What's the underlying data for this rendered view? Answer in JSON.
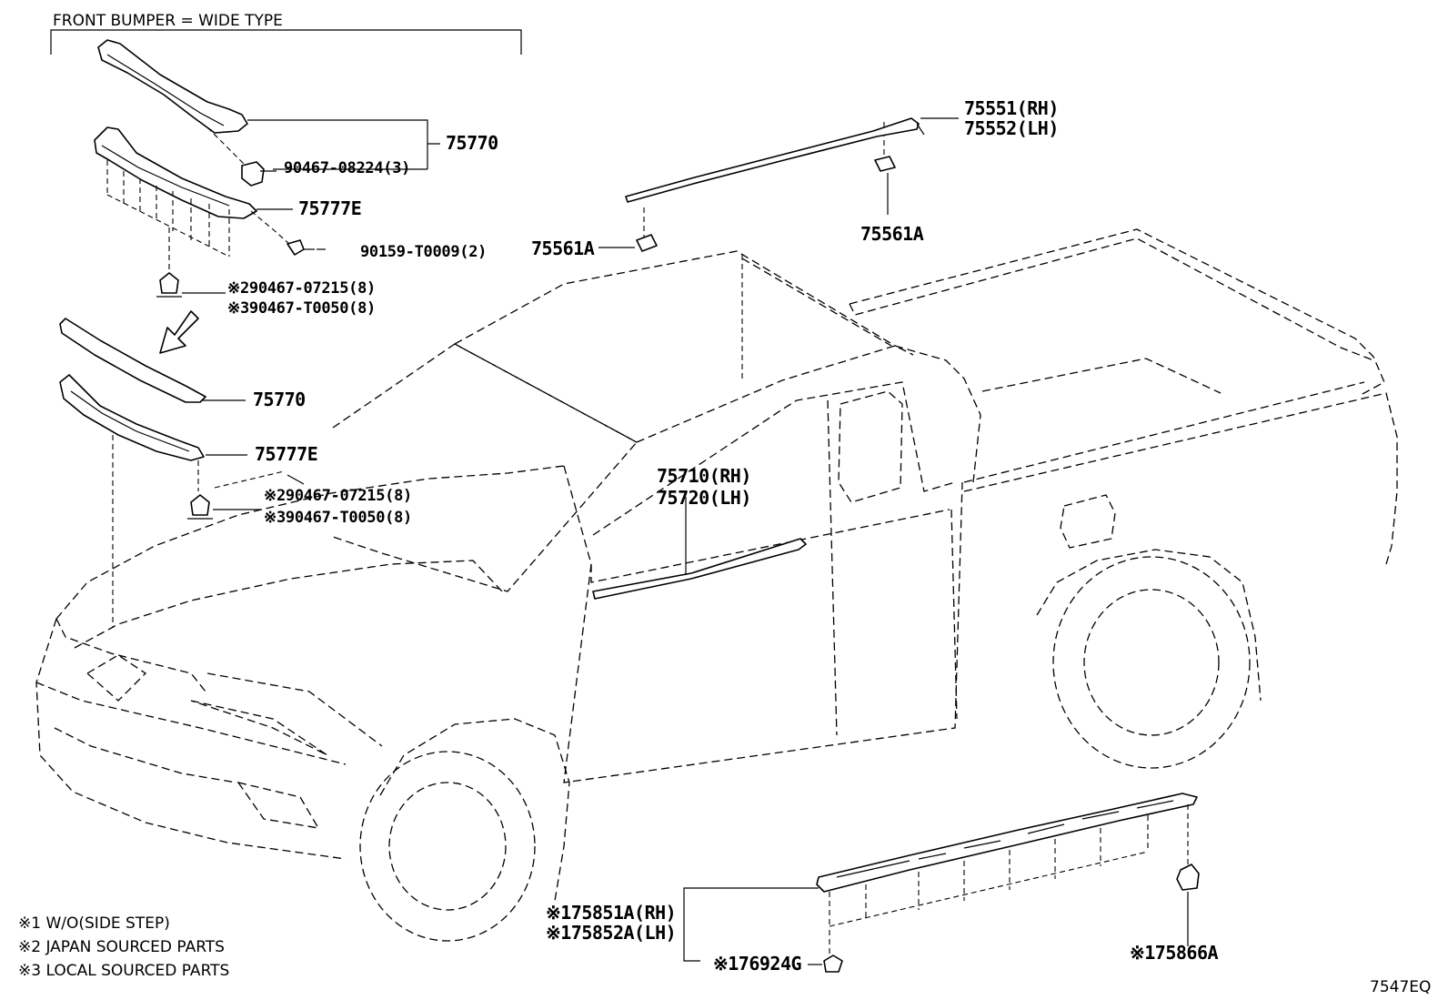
{
  "diagram": {
    "header": "FRONT BUMPER = WIDE TYPE",
    "figure_code": "7547EQ",
    "callouts": {
      "c75770_top": "75770",
      "c90467_08224": "90467-08224(3)",
      "c75777E_top": "75777E",
      "c90159": "90159-T0009(2)",
      "c2_90467_07215_top": "※290467-07215(8)",
      "c3_90467_T0050_top": "※390467-T0050(8)",
      "c75770_mid": "75770",
      "c75777E_mid": "75777E",
      "c2_90467_07215_mid": "※290467-07215(8)",
      "c3_90467_T0050_mid": "※390467-T0050(8)",
      "c75551": "75551(RH)",
      "c75552": "75552(LH)",
      "c75561A_right": "75561A",
      "c75561A_left": "75561A",
      "c75710": "75710(RH)",
      "c75720": "75720(LH)",
      "c75851A": "※175851A(RH)",
      "c75852A": "※175852A(LH)",
      "c76924G": "※176924G",
      "c75866A": "※175866A"
    },
    "notes": [
      "※1 W/O(SIDE STEP)",
      "※2 JAPAN SOURCED PARTS",
      "※3 LOCAL SOURCED PARTS"
    ]
  }
}
